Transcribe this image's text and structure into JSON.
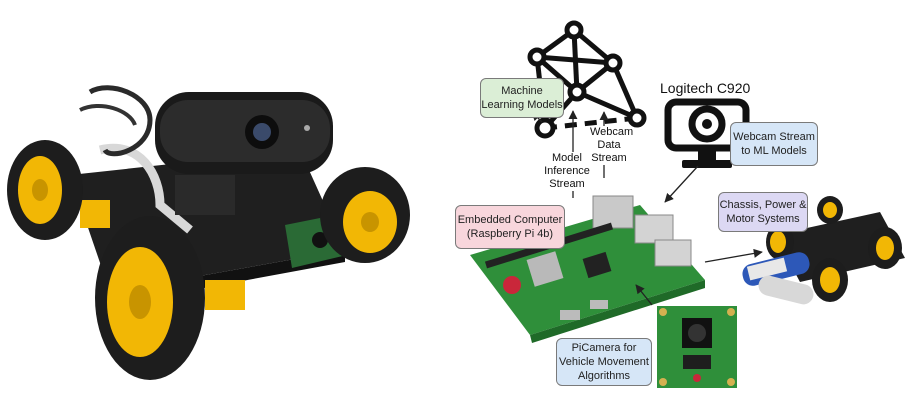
{
  "colors": {
    "ml_box": "#dbeed6",
    "webcam_box": "#d6e6f7",
    "pi_box": "#f8d6dc",
    "chassis_box": "#dcd8f3",
    "picam_box": "#d6e6f7",
    "robot_yellow": "#f2b705",
    "tire": "#1d1d1d",
    "pcb_green": "#2f8f3a"
  },
  "labels": {
    "ml_models": "Machine Learning Models",
    "webcam_name": "Logitech C920",
    "webcam_stream_box": "Webcam Stream to ML Models",
    "embedded_computer": "Embedded Computer (Raspberry Pi 4b)",
    "chassis": "Chassis, Power & Motor Systems",
    "picamera": "PiCamera for Vehicle Movement Algorithms",
    "model_inference_stream": "Model Inference Stream",
    "webcam_data_stream": "Webcam Data Stream"
  },
  "icons": {
    "network": "neural-network-icon",
    "webcam": "webcam-icon",
    "robot": "robot-car-photo",
    "pi": "raspberry-pi-board",
    "picam": "picamera-module",
    "car": "chassis-kit",
    "batteries": "battery-pack"
  }
}
